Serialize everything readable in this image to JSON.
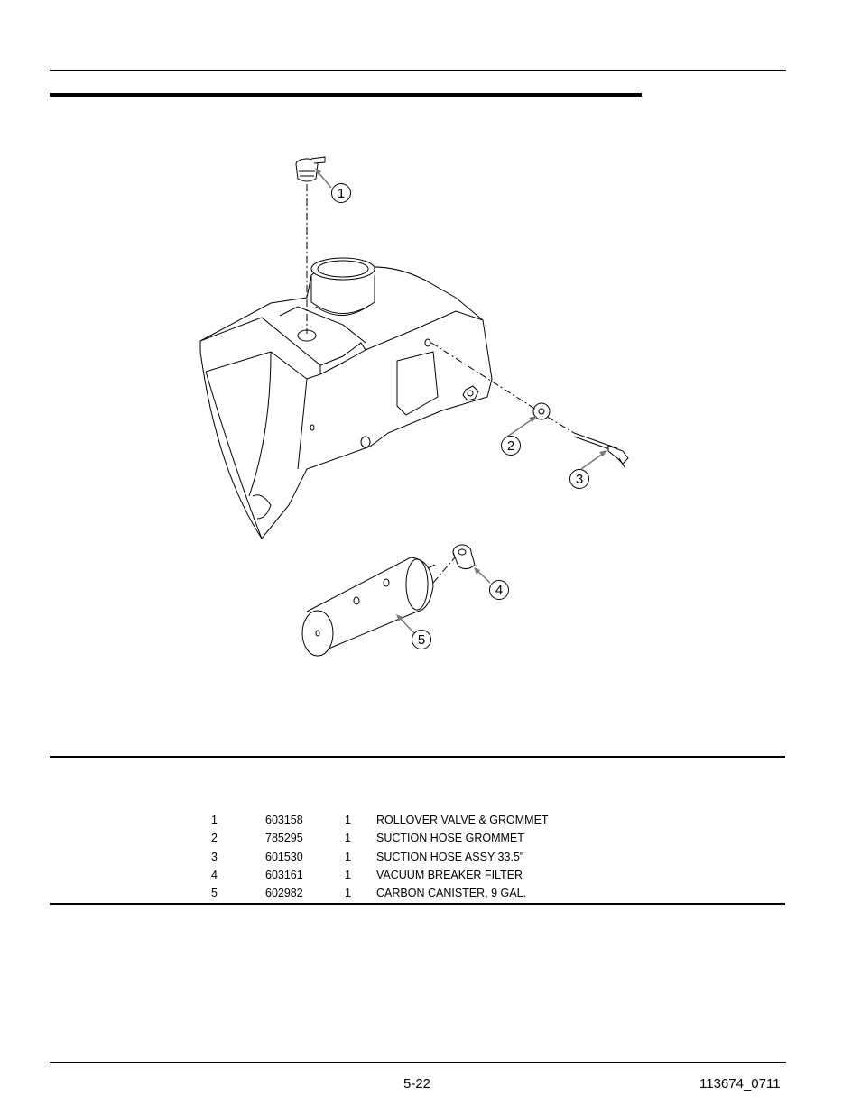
{
  "callouts": [
    "1",
    "2",
    "3",
    "4",
    "5"
  ],
  "parts": [
    {
      "item": "1",
      "part": "603158",
      "qty": "1",
      "description": "ROLLOVER VALVE & GROMMET"
    },
    {
      "item": "2",
      "part": "785295",
      "qty": "1",
      "description": "SUCTION HOSE GROMMET"
    },
    {
      "item": "3",
      "part": "601530",
      "qty": "1",
      "description": "SUCTION HOSE ASSY 33.5\""
    },
    {
      "item": "4",
      "part": "603161",
      "qty": "1",
      "description": "VACUUM BREAKER FILTER"
    },
    {
      "item": "5",
      "part": "602982",
      "qty": "1",
      "description": "CARBON CANISTER, 9 GAL."
    }
  ],
  "footer": {
    "page_number": "5-22",
    "doc_number": "113674_0711"
  }
}
